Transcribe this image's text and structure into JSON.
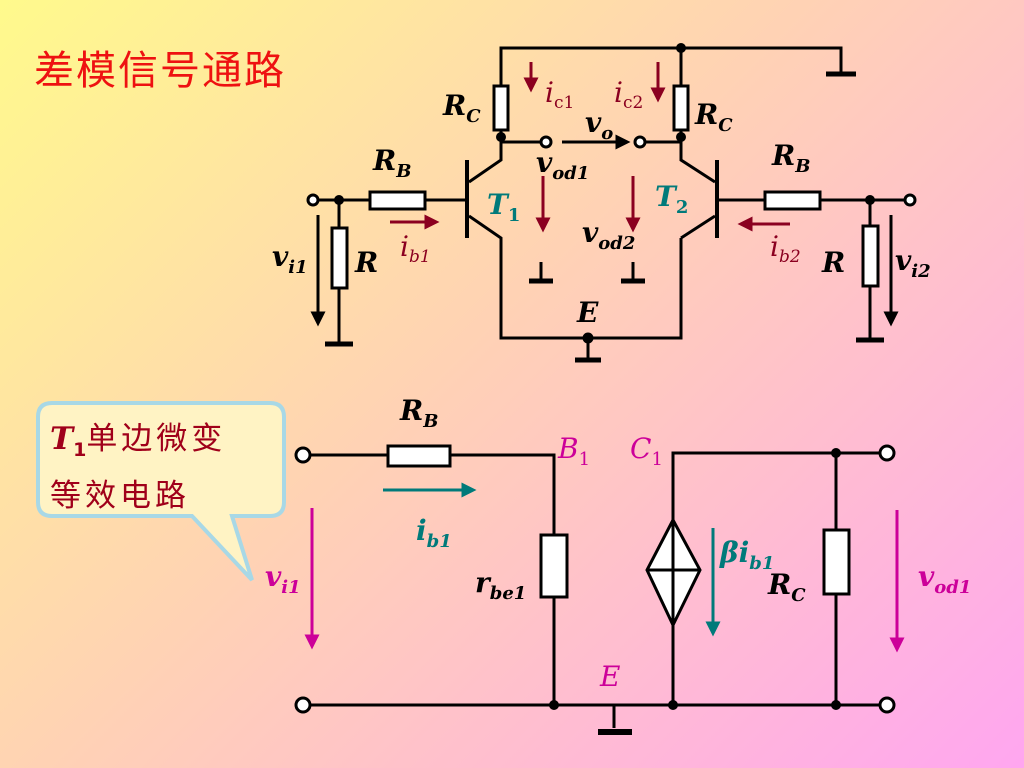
{
  "title": "差模信号通路",
  "callout": {
    "italic": "T",
    "sub": "1",
    "line1": "单边微变",
    "line2": "等效电路"
  },
  "labels": {
    "rc_left": {
      "main": "R",
      "sub": "C"
    },
    "rc_right": {
      "main": "R",
      "sub": "C"
    },
    "ic1": {
      "main": "i",
      "sub": "c1"
    },
    "ic2": {
      "main": "i",
      "sub": "c2"
    },
    "vo": {
      "main": "v",
      "sub": "o"
    },
    "vod1_top": {
      "main": "v",
      "sub": "od1"
    },
    "vod2": {
      "main": "v",
      "sub": "od2"
    },
    "rb_left": {
      "main": "R",
      "sub": "B"
    },
    "rb_right": {
      "main": "R",
      "sub": "B"
    },
    "t1": {
      "main": "T",
      "sub": "1"
    },
    "t2": {
      "main": "T",
      "sub": "2"
    },
    "ib1_top": {
      "main": "i",
      "sub": "b1"
    },
    "ib2": {
      "main": "i",
      "sub": "b2"
    },
    "vi1_top": {
      "main": "v",
      "sub": "i1"
    },
    "vi2": {
      "main": "v",
      "sub": "i2"
    },
    "r_left": {
      "main": "R",
      "sub": ""
    },
    "r_right": {
      "main": "R",
      "sub": ""
    },
    "e_top": {
      "main": "E",
      "sub": ""
    },
    "rb_bottom": {
      "main": "R",
      "sub": "B"
    },
    "b1": {
      "main": "B",
      "sub": "1"
    },
    "c1": {
      "main": "C",
      "sub": "1"
    },
    "ib1_bottom": {
      "main": "i",
      "sub": "b1"
    },
    "beta_ib1": {
      "main": "βi",
      "sub": "b1"
    },
    "rbe1": {
      "main": "r",
      "sub": "be1"
    },
    "rc_bottom": {
      "main": "R",
      "sub": "C"
    },
    "vi1_bottom": {
      "main": "v",
      "sub": "i1"
    },
    "vod1_bottom": {
      "main": "v",
      "sub": "od1"
    },
    "e_bottom": {
      "main": "E",
      "sub": ""
    }
  },
  "colors": {
    "wire": "#000000",
    "dark_red": "#8b0020",
    "teal": "#007a7a",
    "magenta": "#cc0099",
    "title_red": "#ee1111",
    "callout_border": "#a8d8e6"
  }
}
